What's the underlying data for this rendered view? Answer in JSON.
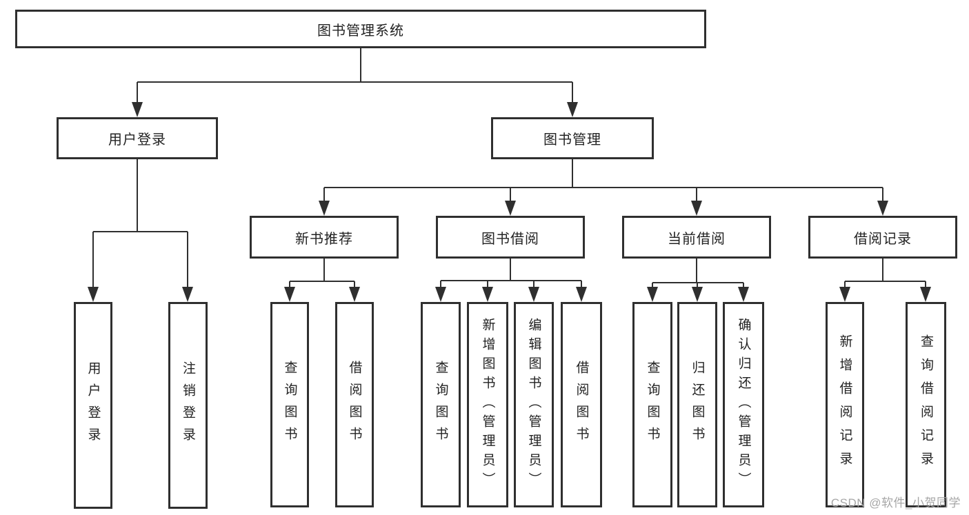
{
  "diagram": {
    "root": {
      "label": "图书管理系统",
      "children": [
        {
          "label": "用户登录",
          "children": [
            {
              "label": "用户登录"
            },
            {
              "label": "注销登录"
            }
          ]
        },
        {
          "label": "图书管理",
          "children": [
            {
              "label": "新书推荐",
              "children": [
                {
                  "label": "查询图书"
                },
                {
                  "label": "借阅图书"
                }
              ]
            },
            {
              "label": "图书借阅",
              "children": [
                {
                  "label": "查询图书"
                },
                {
                  "label": "新增图书（管理员）"
                },
                {
                  "label": "编辑图书（管理员）"
                },
                {
                  "label": "借阅图书"
                }
              ]
            },
            {
              "label": "当前借阅",
              "children": [
                {
                  "label": "查询图书"
                },
                {
                  "label": "归还图书"
                },
                {
                  "label": "确认归还（管理员）"
                }
              ]
            },
            {
              "label": "借阅记录",
              "children": [
                {
                  "label": "新增借阅记录"
                },
                {
                  "label": "查询借阅记录"
                }
              ]
            }
          ]
        }
      ]
    }
  },
  "watermark": {
    "text": "CSDN @软件_小贺同学"
  },
  "colors": {
    "line": "#2f2f2f",
    "text": "#222222",
    "background": "#ffffff",
    "watermark": "#a6a6a6"
  }
}
